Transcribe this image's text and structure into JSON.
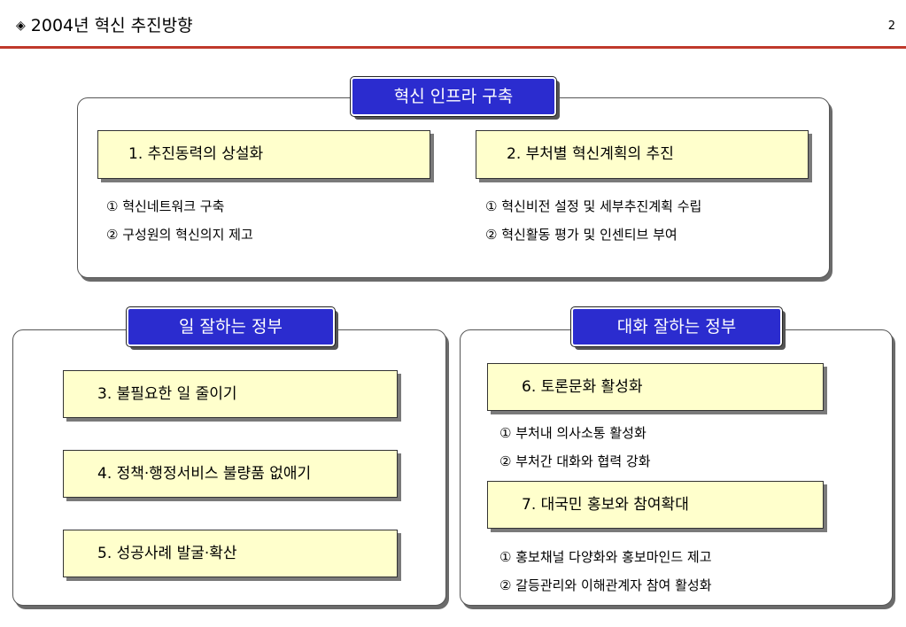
{
  "header": {
    "bullet": "◈",
    "title": "2004년 혁신 추진방향",
    "page_number": "2"
  },
  "infra": {
    "title": "혁신 인프라 구축",
    "item1": {
      "label": "1. 추진동력의 상설화",
      "subs": [
        "① 혁신네트워크 구축",
        "② 구성원의 혁신의지 제고"
      ]
    },
    "item2": {
      "label": "2. 부처별 혁신계획의 추진",
      "subs": [
        "① 혁신비전 설정 및 세부추진계획 수립",
        "② 혁신활동 평가 및 인센티브 부여"
      ]
    }
  },
  "work": {
    "title": "일 잘하는 정부",
    "items": [
      "3. 불필요한 일 줄이기",
      "4. 정책·행정서비스 불량품 없애기",
      "5. 성공사례 발굴·확산"
    ]
  },
  "dialog": {
    "title": "대화 잘하는 정부",
    "item6": {
      "label": "6. 토론문화 활성화",
      "subs": [
        "① 부처내 의사소통 활성화",
        "② 부처간 대화와 협력 강화"
      ]
    },
    "item7": {
      "label": "7. 대국민 홍보와 참여확대",
      "subs": [
        "① 홍보채널 다양화와 홍보마인드 제고",
        "② 갈등관리와 이해관계자 참여 활성화"
      ]
    }
  }
}
